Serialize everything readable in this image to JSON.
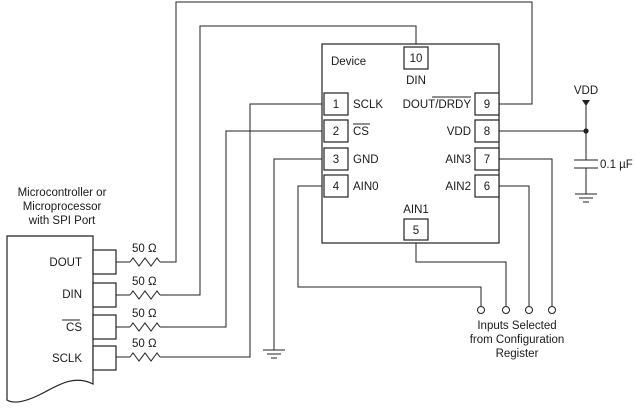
{
  "mcu": {
    "title_lines": [
      "Microcontroller or",
      "Microprocessor",
      "with SPI Port"
    ],
    "pins": [
      "DOUT",
      "DIN",
      "CS",
      "SCLK"
    ]
  },
  "resistors": [
    "50 Ω",
    "50 Ω",
    "50 Ω",
    "50 Ω"
  ],
  "device": {
    "title": "Device",
    "left_pins": [
      {
        "num": "1",
        "name": "SCLK"
      },
      {
        "num": "2",
        "name": "CS"
      },
      {
        "num": "3",
        "name": "GND"
      },
      {
        "num": "4",
        "name": "AIN0"
      }
    ],
    "right_pins": [
      {
        "num": "9",
        "name": "DOUT/DRDY"
      },
      {
        "num": "8",
        "name": "VDD"
      },
      {
        "num": "7",
        "name": "AIN3"
      },
      {
        "num": "6",
        "name": "AIN2"
      }
    ],
    "top_pin": {
      "num": "10",
      "name": "DIN"
    },
    "bottom_pin": {
      "num": "5",
      "name": "AIN1"
    }
  },
  "supply": {
    "label": "VDD",
    "capacitor": "0.1 µF"
  },
  "inputs_note": [
    "Inputs Selected",
    "from Configuration",
    "Register"
  ]
}
